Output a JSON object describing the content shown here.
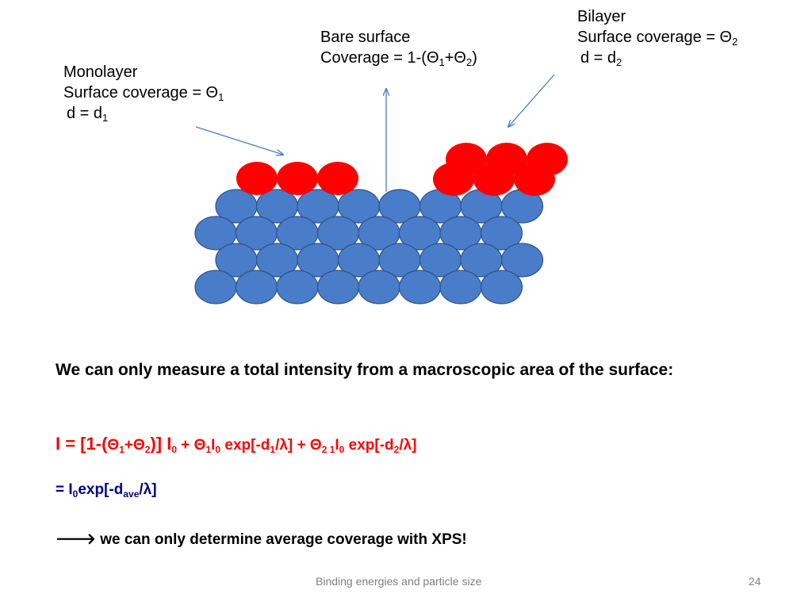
{
  "labels": {
    "monolayer": {
      "title": "Monolayer",
      "coverage_prefix": "Surface coverage = Θ",
      "coverage_sub": "1",
      "d_prefix": "d = d",
      "d_sub": "1"
    },
    "bare": {
      "title": "Bare surface",
      "coverage_prefix": "Coverage = 1-(Θ",
      "coverage_sub1": "1",
      "coverage_mid": "+Θ",
      "coverage_sub2": "2",
      "coverage_suffix": ")"
    },
    "bilayer": {
      "title": "Bilayer",
      "coverage_prefix": "Surface coverage = Θ",
      "coverage_sub": "2",
      "d_prefix": "d = d",
      "d_sub": "2"
    }
  },
  "statement": "We can only measure a total intensity from a macroscopic area of the surface:",
  "equation1": {
    "p1": "I = [1-(",
    "p2": "Θ",
    "p2_sub": "1",
    "p3": "+Θ",
    "p3_sub": "2",
    "p4": ")] I",
    "p4_sub": "0",
    "p5": " + Θ",
    "p5_sub": "1",
    "p6": "I",
    "p6_sub": "0",
    "p7": " exp[-d",
    "p7_sub": "1",
    "p8": "/λ] + Θ",
    "p8_sub": "2 1",
    "p9": "I",
    "p9_sub": "0",
    "p10": " exp[-d",
    "p10_sub": "2",
    "p11": "/λ]"
  },
  "equation2": {
    "p1": "= I",
    "p1_sub": "0",
    "p2": "exp[-d",
    "p2_sub": "ave",
    "p3": "/λ]"
  },
  "conclusion": {
    "arrow": "🡒",
    "text": " we can only determine average coverage with XPS!"
  },
  "footer": {
    "title": "Binding energies and particle size",
    "page_number": "24"
  },
  "colors": {
    "substrate_fill": "#4a7dc9",
    "substrate_stroke": "#2f528f",
    "adsorbate_fill": "#ff0000",
    "arrow": "#4a7dc9",
    "equation1": "#ff0000",
    "equation2": "#00008b"
  }
}
